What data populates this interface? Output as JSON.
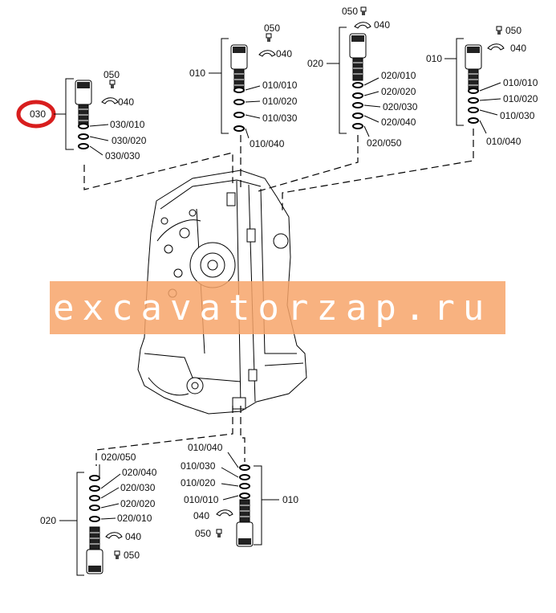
{
  "watermark": "excavatorzap.ru",
  "accent_color": "#d81e1e",
  "watermark_band_color": "#f7a56a",
  "assemblies": [
    {
      "id": "top-left",
      "group_label": "030",
      "highlighted": true,
      "items": [
        "050",
        "040",
        "030/010",
        "030/020",
        "030/030"
      ]
    },
    {
      "id": "top-center-left",
      "group_label": "010",
      "items": [
        "050",
        "040",
        "010/010",
        "010/020",
        "010/030",
        "010/040"
      ]
    },
    {
      "id": "top-center-right",
      "group_label": "020",
      "items": [
        "050",
        "040",
        "020/010",
        "020/020",
        "020/030",
        "020/040",
        "020/050"
      ]
    },
    {
      "id": "top-right",
      "group_label": "010",
      "items": [
        "050",
        "040",
        "010/010",
        "010/020",
        "010/030",
        "010/040"
      ]
    },
    {
      "id": "bottom-left",
      "group_label": "020",
      "items": [
        "020/050",
        "020/040",
        "020/030",
        "020/020",
        "020/010",
        "040",
        "050"
      ]
    },
    {
      "id": "bottom-right",
      "group_label": "010",
      "items": [
        "010/040",
        "010/030",
        "010/020",
        "010/010",
        "040",
        "050"
      ]
    }
  ]
}
